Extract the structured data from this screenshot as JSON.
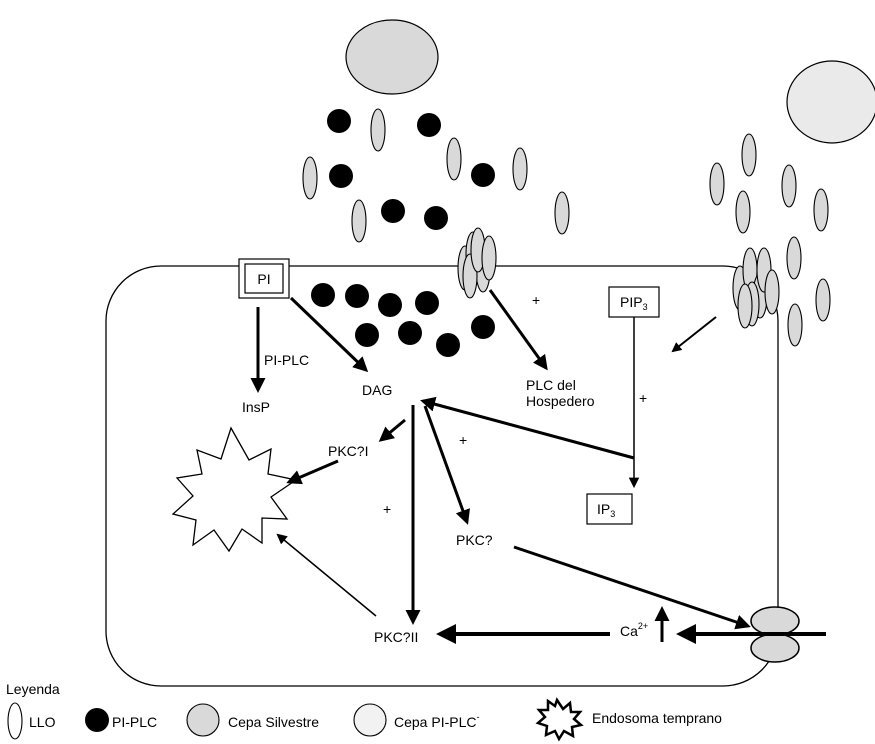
{
  "colors": {
    "stroke": "#000000",
    "lightgray": "#d9d9d9",
    "black": "#000000",
    "background": "#ffffff"
  },
  "labels": {
    "pi": "PI",
    "pip3": "PIP",
    "pip3_sub": "3",
    "ip3": "IP",
    "ip3_sub": "3",
    "pi_plc": "PI-PLC",
    "insp": "InsP",
    "dag": "DAG",
    "plc_host_line1": "PLC del",
    "plc_host_line2": "Hospedero",
    "pkc_beta1": "PKC?I",
    "pkc_delta": "PKC?",
    "pkc_beta2": "PKC?II",
    "ca": "Ca",
    "ca_sup": "2+",
    "plus": "+"
  },
  "legend": {
    "title": "Leyenda",
    "llo": "LLO",
    "pi_plc": "PI-PLC",
    "wild": "Cepa Silvestre",
    "mutant": "Cepa PI-PLC",
    "mutant_sup": "-",
    "endosome": "Endosoma temprano"
  }
}
